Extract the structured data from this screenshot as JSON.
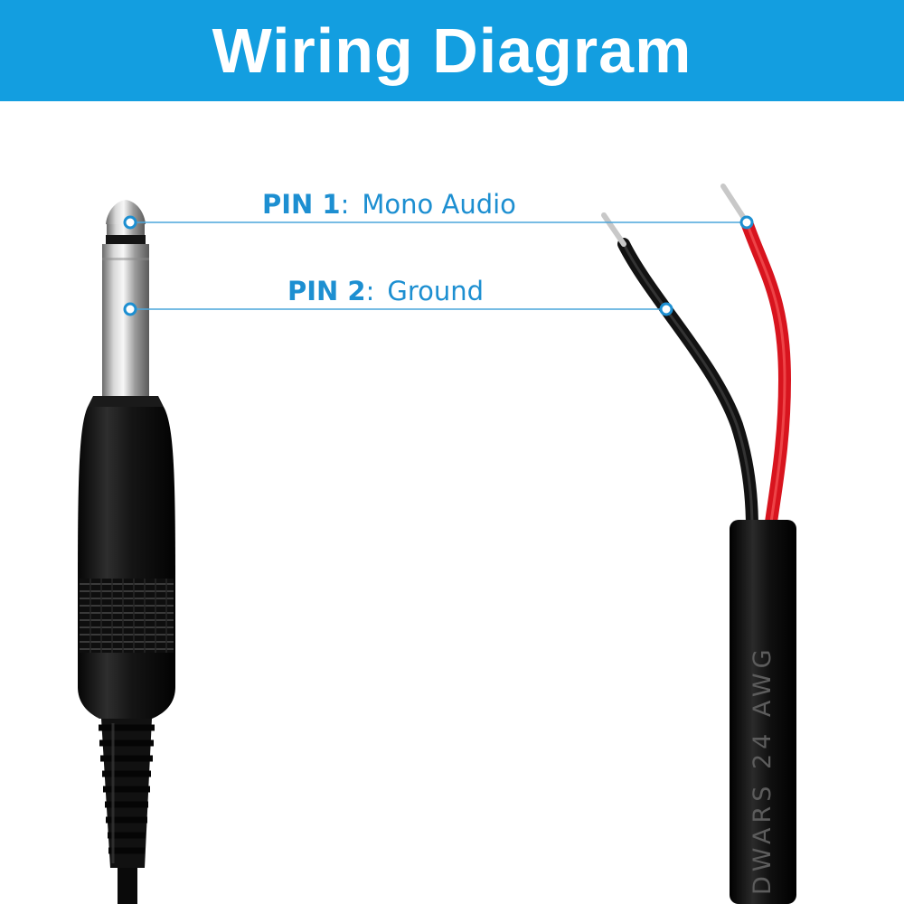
{
  "title": "Wiring Diagram",
  "colors": {
    "banner": "#139ee0",
    "callout": "#1d8fd1",
    "wire_red": "#d8141e",
    "wire_black": "#121212"
  },
  "pins": [
    {
      "id": "PIN 1",
      "sep": ":",
      "label": "Mono Audio"
    },
    {
      "id": "PIN 2",
      "sep": ":",
      "label": "Ground"
    }
  ],
  "cable_print": "DWARS 24 AWG"
}
